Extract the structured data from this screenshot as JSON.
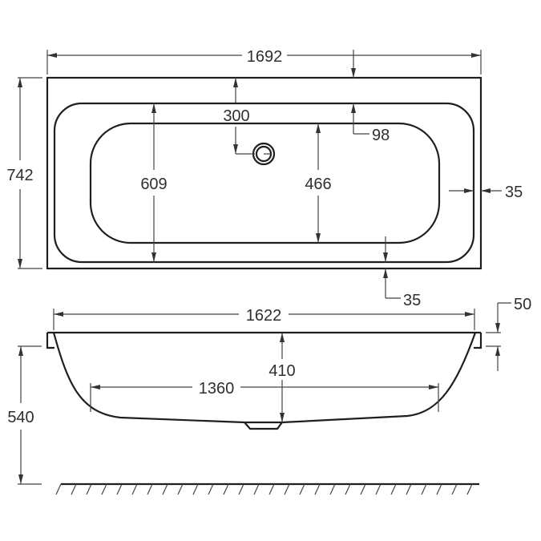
{
  "diagram": {
    "type": "technical-dimension-drawing",
    "subject": "rectangular double-ended bathtub",
    "line_color": "#1f1f1f",
    "dim_line_color": "#444444",
    "text_color": "#2f2f2f",
    "units": "mm"
  },
  "plan_view": {
    "overall_length": "1692",
    "overall_width": "742",
    "inner_rim_width": "609",
    "basin_width": "466",
    "drain_offset": "300",
    "rim_top": "98",
    "rim_side": "35",
    "rim_bottom": "35"
  },
  "side_view": {
    "top_length": "1622",
    "bottom_length": "1360",
    "depth": "410",
    "height": "540",
    "rim_thickness": "50"
  }
}
